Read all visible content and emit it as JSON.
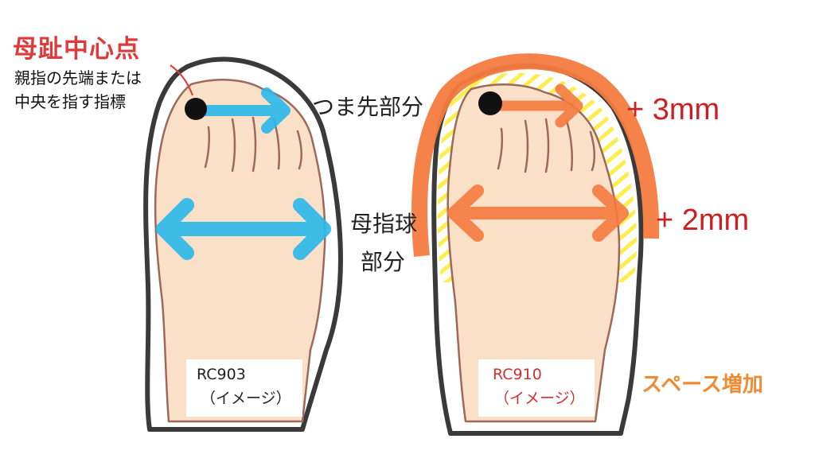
{
  "labels": {
    "center_point_title": "母趾中心点",
    "center_point_desc_line1": "親指の先端または",
    "center_point_desc_line2": "中央を指す指標",
    "toe_area": "つま先部分",
    "ball_area_line1": "母指球",
    "ball_area_line2": "部分",
    "toe_increase": "+ 3mm",
    "width_increase": "+ 2mm",
    "space_increase": "スペース増加"
  },
  "models": {
    "left": {
      "code": "RC903",
      "note": "（イメージ）"
    },
    "right": {
      "code": "RC910",
      "note": "（イメージ）"
    }
  },
  "colors": {
    "skin": "#fbe0c8",
    "skin_outline": "#9b6a5c",
    "shoe_outline": "#3a3a3a",
    "measure_blue": "#29b9ec",
    "measure_orange": "#f47b3f",
    "hatch_yellow": "#ffec4d",
    "label_red": "#dd3a3a",
    "space_orange": "#f08a33"
  }
}
